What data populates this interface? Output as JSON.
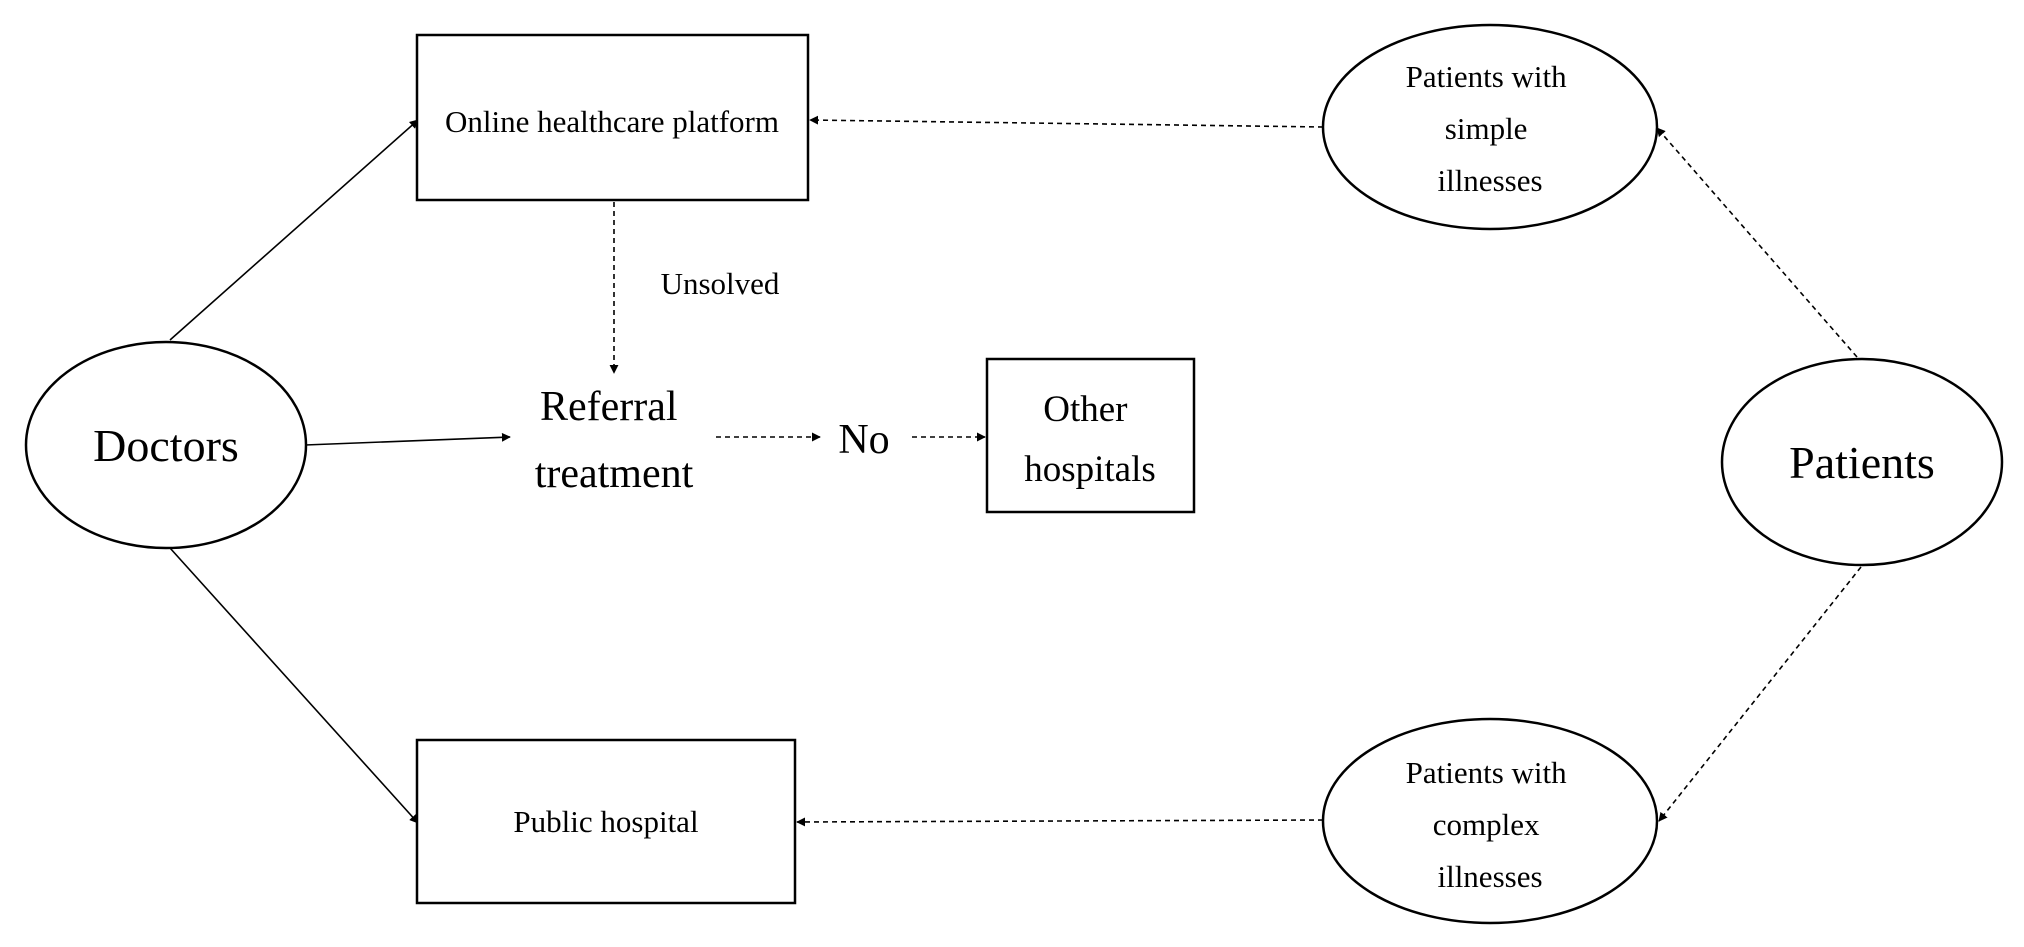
{
  "nodes": {
    "online_platform": "Online healthcare platform",
    "public_hospital": "Public hospital",
    "other_hospitals": [
      "Other",
      "hospitals"
    ],
    "referral": [
      "Referral",
      "treatment"
    ],
    "no": "No",
    "unsolved": "Unsolved",
    "doctors": "Doctors",
    "patients": "Patients",
    "simple": [
      "Patients with",
      "simple",
      "illnesses"
    ],
    "complex": [
      "Patients with",
      "complex",
      "illnesses"
    ]
  }
}
